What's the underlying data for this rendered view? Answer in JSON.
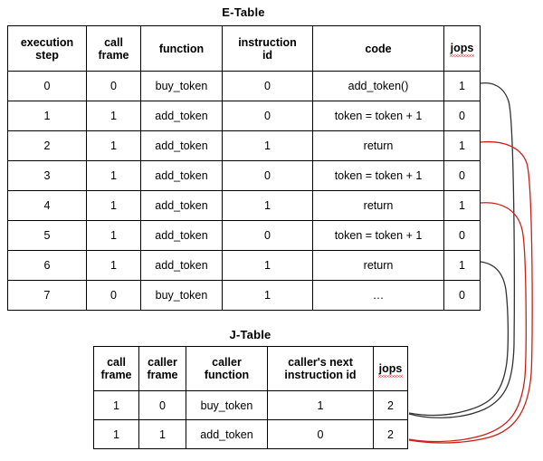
{
  "diagram": {
    "colors": {
      "text": "#000000",
      "highlight_red": "#cc2017",
      "connector_black": "#333333",
      "connector_red": "#cc2017",
      "background": "#ffffff"
    }
  },
  "e_table": {
    "title": "E-Table",
    "columns": [
      "execution step",
      "call frame",
      "function",
      "instruction id",
      "code",
      "jops"
    ],
    "column_lines": [
      [
        "execution",
        "step"
      ],
      [
        "call",
        "frame"
      ],
      [
        "function",
        ""
      ],
      [
        "instruction",
        "id"
      ],
      [
        "code",
        ""
      ],
      [
        "jops",
        ""
      ]
    ],
    "rows": [
      {
        "execution_step": "0",
        "call_frame": "0",
        "function": "buy_token",
        "instruction_id": "0",
        "code": "add_token()",
        "jops": "1",
        "colors": {
          "execution_step": "black",
          "call_frame": "black",
          "function": "black",
          "instruction_id": "black",
          "code": "black",
          "jops": "black"
        }
      },
      {
        "execution_step": "1",
        "call_frame": "1",
        "function": "add_token",
        "instruction_id": "0",
        "code": "token = token + 1",
        "jops": "0",
        "colors": {
          "execution_step": "black",
          "call_frame": "black",
          "function": "black",
          "instruction_id": "black",
          "code": "black",
          "jops": "black"
        }
      },
      {
        "execution_step": "2",
        "call_frame": "1",
        "function": "add_token",
        "instruction_id": "1",
        "code": "return",
        "jops": "1",
        "colors": {
          "execution_step": "red",
          "call_frame": "red",
          "function": "red",
          "instruction_id": "red",
          "code": "red",
          "jops": "red"
        }
      },
      {
        "execution_step": "3",
        "call_frame": "1",
        "function": "add_token",
        "instruction_id": "0",
        "code": "token = token + 1",
        "jops": "0",
        "colors": {
          "execution_step": "red",
          "call_frame": "red",
          "function": "red",
          "instruction_id": "red",
          "code": "red",
          "jops": "red"
        }
      },
      {
        "execution_step": "4",
        "call_frame": "1",
        "function": "add_token",
        "instruction_id": "1",
        "code": "return",
        "jops": "1",
        "colors": {
          "execution_step": "red",
          "call_frame": "red",
          "function": "red",
          "instruction_id": "red",
          "code": "red",
          "jops": "red"
        }
      },
      {
        "execution_step": "5",
        "call_frame": "1",
        "function": "add_token",
        "instruction_id": "0",
        "code": "token = token + 1",
        "jops": "0",
        "colors": {
          "execution_step": "red",
          "call_frame": "red",
          "function": "red",
          "instruction_id": "red",
          "code": "red",
          "jops": "red"
        }
      },
      {
        "execution_step": "6",
        "call_frame": "1",
        "function": "add_token",
        "instruction_id": "1",
        "code": "return",
        "jops": "1",
        "colors": {
          "execution_step": "red",
          "call_frame": "black",
          "function": "black",
          "instruction_id": "black",
          "code": "black",
          "jops": "black"
        }
      },
      {
        "execution_step": "7",
        "call_frame": "0",
        "function": "buy_token",
        "instruction_id": "1",
        "code": "…",
        "jops": "0",
        "colors": {
          "execution_step": "red",
          "call_frame": "black",
          "function": "black",
          "instruction_id": "black",
          "code": "black",
          "jops": "black"
        }
      }
    ]
  },
  "j_table": {
    "title": "J-Table",
    "columns": [
      "call frame",
      "caller frame",
      "caller function",
      "caller's next instruction id",
      "jops"
    ],
    "column_lines": [
      [
        "call",
        "frame"
      ],
      [
        "caller",
        "frame"
      ],
      [
        "caller",
        "function"
      ],
      [
        "caller's next",
        "instruction id"
      ],
      [
        "jops",
        ""
      ]
    ],
    "rows": [
      {
        "call_frame": "1",
        "caller_frame": "0",
        "caller_function": "buy_token",
        "callers_next_instruction_id": "1",
        "jops": "2",
        "colors": {
          "call_frame": "black",
          "caller_frame": "black",
          "caller_function": "black",
          "callers_next_instruction_id": "black",
          "jops": "black"
        }
      },
      {
        "call_frame": "1",
        "caller_frame": "1",
        "caller_function": "add_token",
        "callers_next_instruction_id": "0",
        "jops": "2",
        "colors": {
          "call_frame": "red",
          "caller_frame": "red",
          "caller_function": "red",
          "callers_next_instruction_id": "red",
          "jops": "red"
        }
      }
    ]
  },
  "connectors": [
    {
      "name": "etable-row0-to-jtable-row0",
      "color": "#333333",
      "from": "E-Table row 0 jops",
      "to": "J-Table row 0 jops"
    },
    {
      "name": "etable-row2-to-jtable-row1",
      "color": "#cc2017",
      "from": "E-Table row 2 jops",
      "to": "J-Table row 1 jops"
    },
    {
      "name": "etable-row4-to-jtable-row1",
      "color": "#cc2017",
      "from": "E-Table row 4 jops",
      "to": "J-Table row 1 jops"
    },
    {
      "name": "etable-row6-to-jtable-row0",
      "color": "#333333",
      "from": "E-Table row 6 jops",
      "to": "J-Table row 0 jops"
    }
  ]
}
